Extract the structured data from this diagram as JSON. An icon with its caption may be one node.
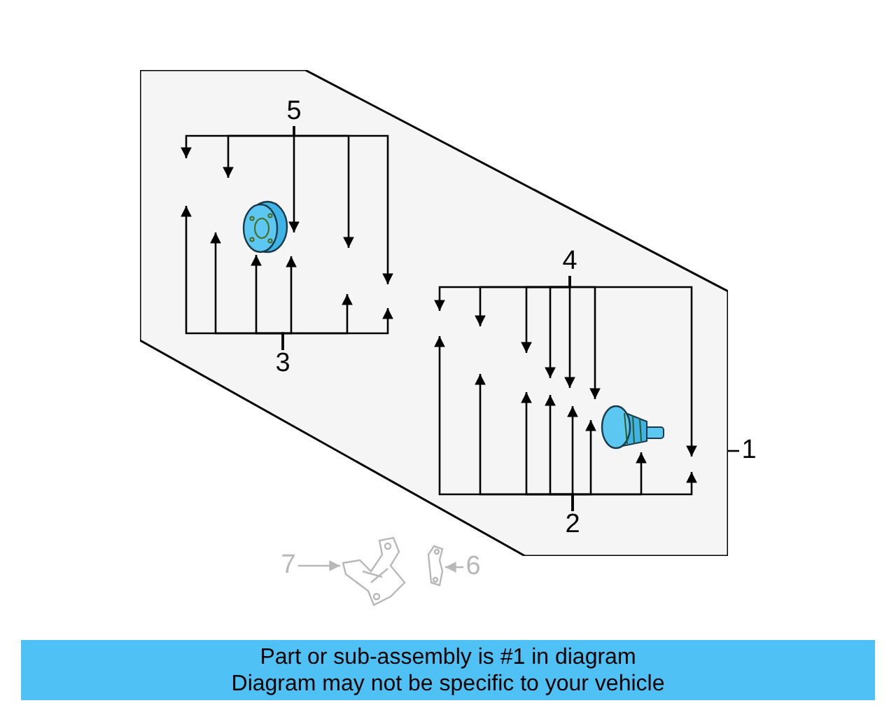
{
  "diagram": {
    "nodes": [
      {
        "text": [],
        "shape": "box"
      },
      {
        "text": [
          "5"
        ],
        "in": 0
      },
      {
        "text": [],
        "shape": "picture",
        "in": 0
      },
      {
        "text": [
          "3"
        ],
        "in": 0
      },
      {
        "text": [
          "4"
        ],
        "in": 0
      },
      {
        "text": [],
        "shape": "picture",
        "in": 0
      },
      {
        "text": [
          "2"
        ],
        "in": 0
      },
      {
        "text": [
          "1"
        ]
      },
      {
        "text": [
          "7"
        ]
      },
      {
        "text": [],
        "shape": "picture"
      },
      {
        "text": [],
        "shape": "picture"
      },
      {
        "text": [
          "6"
        ]
      }
    ],
    "edges": [
      {
        "from": 1,
        "to": null,
        "arrow": "to"
      },
      {
        "from": 1,
        "to": 2,
        "arrow": "to"
      },
      {
        "from": 1,
        "to": 2,
        "arrow": "to"
      },
      {
        "from": 1,
        "to": null,
        "arrow": "to"
      },
      {
        "from": 1,
        "to": null,
        "arrow": "to"
      },
      {
        "from": 3,
        "to": null,
        "arrow": "to"
      },
      {
        "from": 3,
        "to": 2,
        "arrow": "to"
      },
      {
        "from": 3,
        "to": 2,
        "arrow": "to"
      },
      {
        "from": 3,
        "to": 2,
        "arrow": "to"
      },
      {
        "from": 3,
        "to": null,
        "arrow": "to"
      },
      {
        "from": 3,
        "to": null,
        "arrow": "to"
      },
      {
        "from": 4,
        "to": null,
        "arrow": "to"
      },
      {
        "from": 4,
        "to": null,
        "arrow": "to"
      },
      {
        "from": 4,
        "to": null,
        "arrow": "to"
      },
      {
        "from": 4,
        "to": null,
        "arrow": "to"
      },
      {
        "from": 4,
        "to": null,
        "arrow": "to"
      },
      {
        "from": 4,
        "to": 5,
        "arrow": "to"
      },
      {
        "from": 4,
        "to": 5,
        "arrow": "to"
      },
      {
        "from": 6,
        "to": null,
        "arrow": "to"
      },
      {
        "from": 6,
        "to": null,
        "arrow": "to"
      },
      {
        "from": 6,
        "to": null,
        "arrow": "to"
      },
      {
        "from": 6,
        "to": null,
        "arrow": "to"
      },
      {
        "from": 6,
        "to": 5,
        "arrow": "to"
      },
      {
        "from": 6,
        "to": 5,
        "arrow": "to"
      },
      {
        "from": 6,
        "to": 5,
        "arrow": "to"
      },
      {
        "from": 6,
        "to": null,
        "arrow": "to"
      },
      {
        "from": 7,
        "to": 0,
        "arrow": "none"
      },
      {
        "from": 8,
        "to": 9,
        "arrow": "to",
        "color": "#b8b8b8"
      },
      {
        "from": 11,
        "to": 10,
        "arrow": "to",
        "color": "#b8b8b8"
      }
    ],
    "labels": [
      "Part or sub-assembly is #1 in diagram",
      "Diagram may not be specific to your vehicle"
    ]
  }
}
